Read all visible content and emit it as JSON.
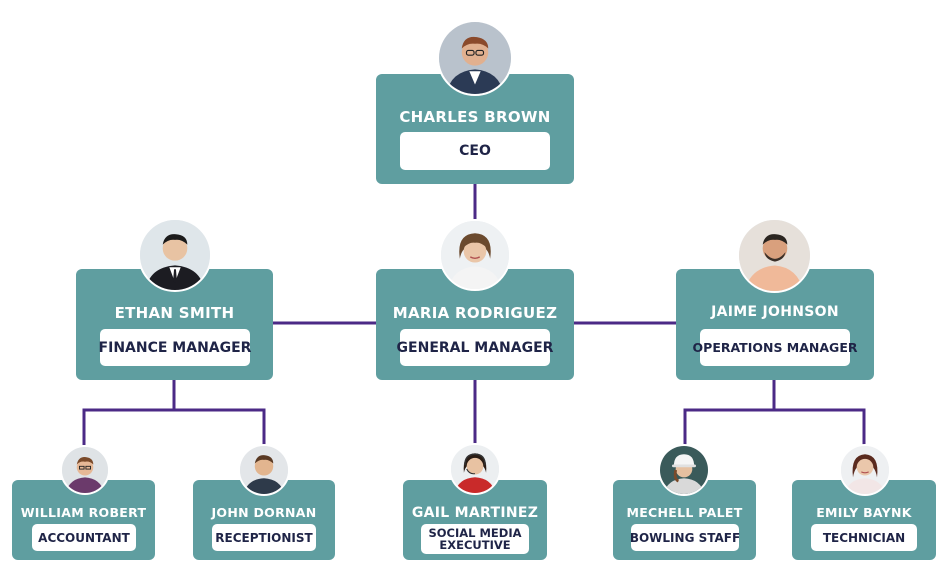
{
  "nodes": {
    "ceo": {
      "name": "CHARLES BROWN",
      "role": "CEO",
      "avatar": "man-glasses-avatar-icon"
    },
    "finance": {
      "name": "ETHAN SMITH",
      "role": "FINANCE MANAGER",
      "avatar": "man-suit-avatar-icon"
    },
    "general": {
      "name": "MARIA RODRIGUEZ",
      "role": "GENERAL MANAGER",
      "avatar": "woman-avatar-icon"
    },
    "operations": {
      "name": "JAIME JOHNSON",
      "role": "OPERATIONS MANAGER",
      "avatar": "man-beard-avatar-icon"
    },
    "accountant": {
      "name": "WILLIAM ROBERT",
      "role": "ACCOUNTANT",
      "avatar": "man-glasses-avatar-icon"
    },
    "receptionist": {
      "name": "JOHN DORNAN",
      "role": "RECEPTIONIST",
      "avatar": "man-avatar-icon"
    },
    "social": {
      "name": "GAIL MARTINEZ",
      "role_line1": "SOCIAL MEDIA",
      "role_line2": "EXECUTIVE",
      "avatar": "woman-headset-avatar-icon"
    },
    "bowling": {
      "name": "MECHELL PALET",
      "role": "BOWLING STAFF",
      "avatar": "woman-helmet-avatar-icon"
    },
    "technician": {
      "name": "EMILY BAYNK",
      "role": "TECHNICIAN",
      "avatar": "woman-avatar-icon"
    }
  },
  "colors": {
    "card": "#5f9ea0",
    "connector": "#4b2a86",
    "role_text": "#1f2447"
  }
}
